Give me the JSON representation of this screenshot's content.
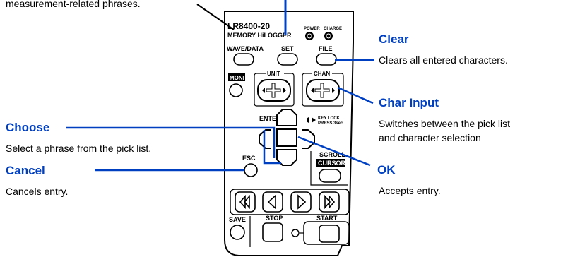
{
  "device": {
    "model_label": "LR8400-20",
    "brand_label": "MEMORY HiLOGGER",
    "indicators": {
      "power": "POWER",
      "charge": "CHARGE"
    },
    "buttons": {
      "wave_data": "WAVE/DATA",
      "set": "SET",
      "file": "FILE",
      "monit": "MONIT",
      "unit": "UNIT",
      "chan": "CHAN",
      "enter": "ENTER",
      "key_lock": "KEY LOCK",
      "key_lock_sub": "PRESS 3sec",
      "esc": "ESC",
      "scroll": "SCROLL",
      "cursor": "CURSOR",
      "save": "SAVE",
      "stop": "STOP",
      "start": "START"
    }
  },
  "annotations": {
    "top_caption": "measurement-related phrases.",
    "clear": {
      "title": "Clear",
      "description": "Clears all entered characters."
    },
    "char_input": {
      "title": "Char Input",
      "description_line1": "Switches between the pick list",
      "description_line2": "and character selection"
    },
    "choose": {
      "title": "Choose",
      "description": "Select a phrase from the pick list."
    },
    "ok": {
      "title": "OK",
      "description": "Accepts entry."
    },
    "cancel": {
      "title": "Cancel",
      "description": "Cancels entry."
    }
  },
  "colors": {
    "accent": "#0040c0",
    "line": "#000000"
  }
}
